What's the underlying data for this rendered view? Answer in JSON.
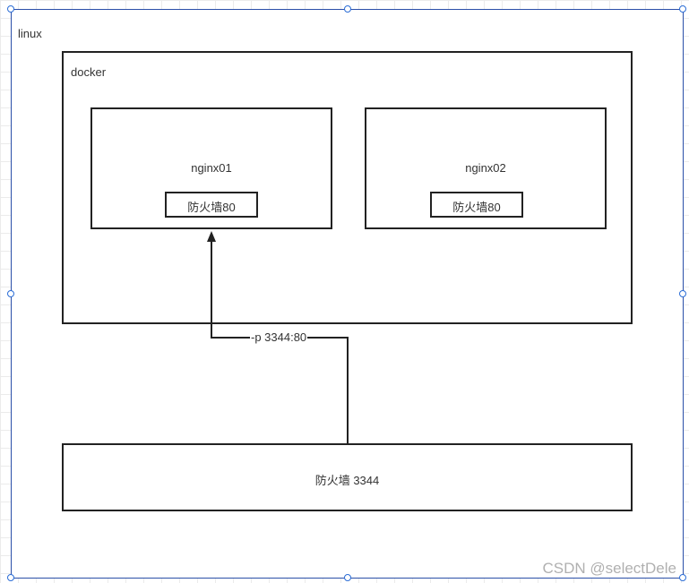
{
  "diagram": {
    "linux_label": "linux",
    "docker_label": "docker",
    "containers": [
      {
        "name": "nginx01",
        "firewall": "防火墙80"
      },
      {
        "name": "nginx02",
        "firewall": "防火墙80"
      }
    ],
    "port_mapping_label": "-p 3344:80",
    "host_firewall_label": "防火墙  3344"
  },
  "watermark": "CSDN @selectDele",
  "colors": {
    "selection": "#2b4fa8",
    "stroke": "#222222",
    "grid": "#ebebeb"
  }
}
